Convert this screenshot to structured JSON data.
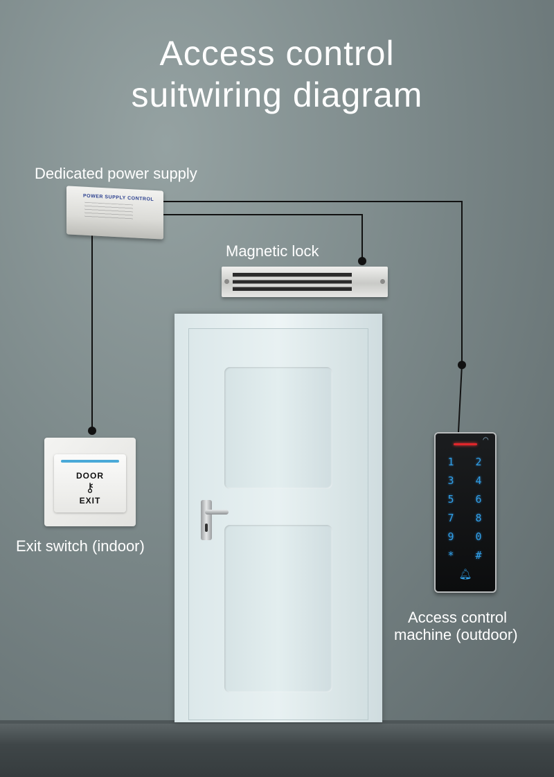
{
  "title": {
    "line1": "Access control",
    "line2": "suitwiring diagram"
  },
  "labels": {
    "power_supply": "Dedicated power supply",
    "magnetic_lock": "Magnetic lock",
    "exit_switch": "Exit switch (indoor)",
    "access_machine_line1": "Access control",
    "access_machine_line2": "machine (outdoor)"
  },
  "power_supply_device": {
    "brand_text": "POWER SUPPLY CONTROL"
  },
  "exit_switch_device": {
    "top_text": "DOOR",
    "key_icon": "key-icon",
    "bottom_text": "EXIT"
  },
  "keypad_device": {
    "keys": [
      "1",
      "2",
      "3",
      "4",
      "5",
      "6",
      "7",
      "8",
      "9",
      "0",
      "*",
      "#"
    ],
    "bell_icon": "bell-icon",
    "wifi_icon": "wifi-icon"
  },
  "colors": {
    "wire": "#111111",
    "keypad_digits": "#2f9ee6",
    "keypad_led": "#e0262b",
    "exit_indicator": "#4aa9d8"
  }
}
